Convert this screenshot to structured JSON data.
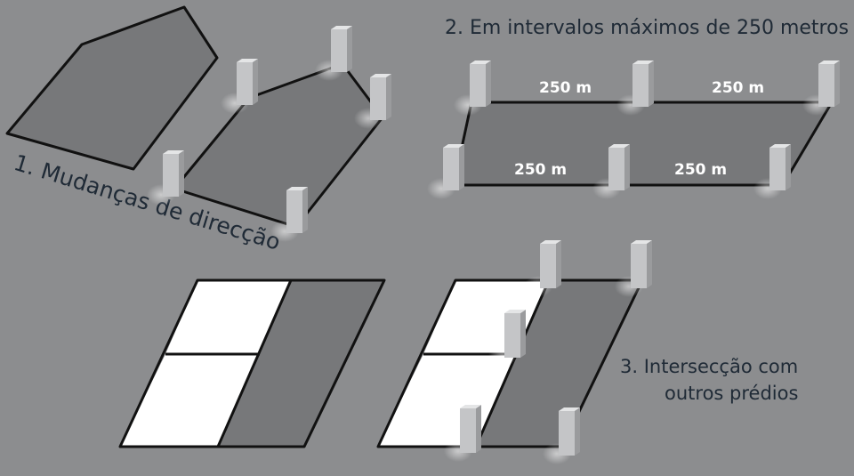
{
  "labels": {
    "direction_change": "1. Mudanças de direcção",
    "max_interval": "2. Em intervalos máximos de 250 metros",
    "intersection_line1": "3. Intersecção com",
    "intersection_line2": "outros prédios"
  },
  "distance_labels": [
    "250 m",
    "250 m",
    "250 m",
    "250 m"
  ],
  "colors": {
    "background": "#8c8d8f",
    "parcel_fill": "#77787a",
    "parcel_outline": "#111111",
    "neighbor_fill": "#ffffff",
    "marker_front": "#c4c5c7",
    "marker_side": "#9a9b9d",
    "marker_top": "#e4e5e6",
    "label_text": "#1f2a36",
    "distance_text": "#ffffff"
  }
}
